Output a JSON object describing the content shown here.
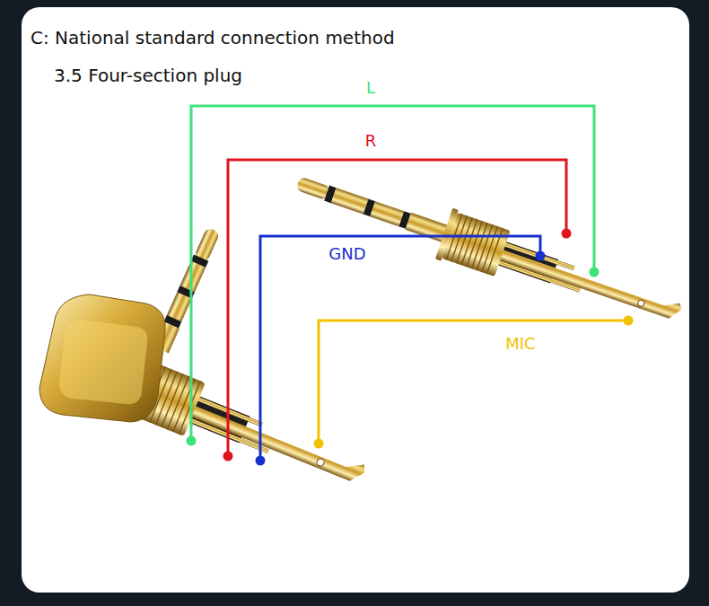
{
  "diagram": {
    "title": "C: National standard connection method",
    "labels": [
      "3.5 Four-section plug",
      "L",
      "R",
      "GND",
      "MIC"
    ]
  }
}
